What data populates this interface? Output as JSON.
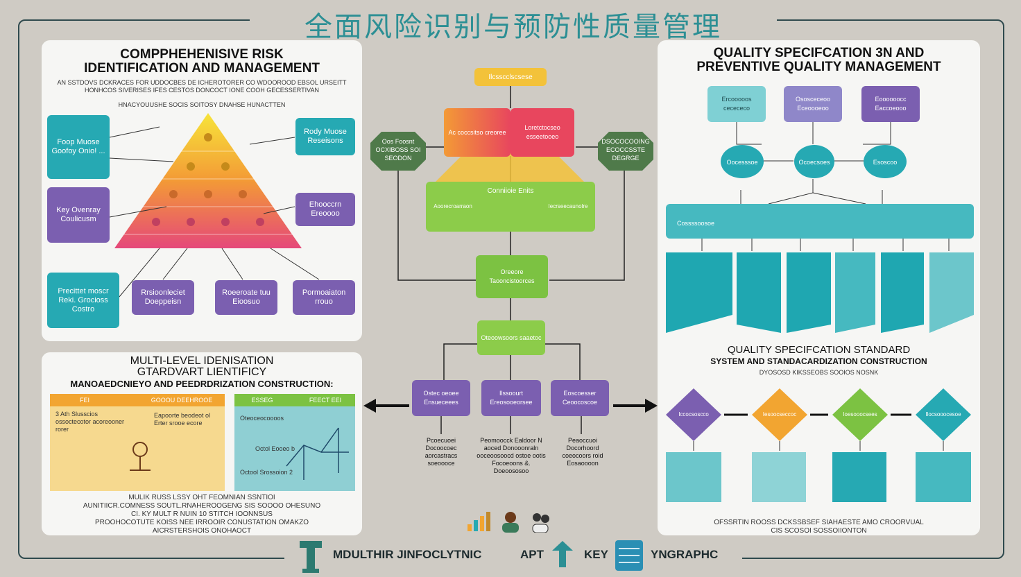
{
  "title": "全面风险识别与预防性质量管理",
  "left_panel": {
    "title_line1": "COMPPHEHENISIVE RISK",
    "title_line2": "IDENTIFICATION AND MANAGEMENT",
    "subtitle_line1": "AN SSTDOVS DCKRACES FOR UDDOCBES DE ICHEROTORER CO WDOOROOD EBSOL URSEITT",
    "subtitle_line2": "HONHCOS SIVERISES IFES CESTOS DONCOCT IONE COOH GECESSERTIVAN",
    "pyramid_label": "HNACYOUUSHE SOCIS SOITOSY DNAHSE HUNACTTEN",
    "box_tl": "Foop Muose Goofoy Onio! ...",
    "box_tr": "Rody Muose Reseisons",
    "box_ml": "Key Ovenray Coulicusm",
    "box_mr": "Ehooccrn Ereoooo",
    "box_bl": "Precittet moscr Reki. Grocioss Costro",
    "box_b1": "Rrsioonleciet Doeppeisn",
    "box_b2": "Roeeroate tuu Eioosuo",
    "box_b3": "Pormoaiaton rrouo"
  },
  "bottom_left_panel": {
    "title_line1": "MULTI-LEVEL IDENISATION",
    "title_line2": "GTARDVART LIENTIFICY",
    "title_line3": "MANOAEDCNIEYO AND PEEDRDRIZATION CONSTRUCTION:",
    "col1_header_a": "FEI",
    "col1_header_b": "GOOOU DEEHROOE",
    "col2_header_a": "ESSEG",
    "col2_header_b": "FEECT EEI",
    "orange_text_a": "3 Ath Slusscios ossoctecotor acoreooner rorer",
    "orange_text_b": "Eapoorte beodeot ol Erter srooe ecore",
    "teal_text_a": "Oteoceocoooos",
    "teal_text_b": "Octol Eooeo b",
    "teal_text_c": "Octool Srossoion 2",
    "footer_line1": "MULIK RUSS LSSY OHT FEOMNIAN SSNTIOI",
    "footer_line2": "AUNITIICR.COMNESS SOUTL.RNAHEROOGENG SIS SOOOO OHESUNO",
    "footer_line3": "CI. KY MULT R NUIN 10 STITCH IOONNSUS",
    "footer_line4": "PROOHOCOTUTE KOISS NEE IRROOIR CONUSTATION OMAKZO",
    "footer_line5": "AICRSTERSHOIS ONOHAOCT"
  },
  "center": {
    "top_box": "Ilcsscclscsese",
    "red_left": "Ac coccsitso creoree",
    "red_right": "Loretctocseo esseetooeo",
    "side_left": "Oos Foosnt OCXIBOSS SOI SEODON",
    "side_right": "DSOCOCOOING ECOCCSSTE DEGRGE",
    "green_main": "Conniioie Enits",
    "green_left": "Aoorecroarraon",
    "green_right": "Iecrseecaunolre",
    "green_mid": "Oreeore Taooncistoorces",
    "green_small": "Oteoowsoors saaetoc",
    "purple_1": "Ostec oeoee Ensueceees",
    "purple_2": "Ilssoourt Ereosooeorsee",
    "purple_3": "Eoscoesser Ceoocoscoe",
    "note_1": "Pcoecuoei Docoocoec aorcastracs soeoooce",
    "note_2": "Peomoocck Ealdoor N aoced Donooonraln ooceoosoocd ostoe ootis Focoeoons &. Doeoososoo",
    "note_3": "Peaoccuoi Docorhoord coeocoors roid Eosaoooon"
  },
  "right_panel": {
    "title_line1": "QUALITY SPECIFCATION 3N AND",
    "title_line2": "PREVENTIVE QUALITY MANAGEMENT",
    "card_1": "Ercooooos cecececo",
    "card_2": "Ososceceoo Eceoooeoo",
    "card_3": "Eoooooocc Eaccoeooo",
    "oval_1": "Oocesssoe",
    "oval_2": "Ocoecsoes",
    "oval_3": "Esoscoo",
    "bar_label": "Cossssoosoe",
    "std_title": "QUALITY SPECIFCATION STANDARD",
    "std_subtitle": "SYSTEM AND STANDACARDIZATION CONSTRUCTION",
    "std_note": "DYOSOSD KIKSSEOBS SOOIOS NOSNK",
    "diamond_1": "Iccocsoscco",
    "diamond_2": "Iesoocseccoc",
    "diamond_3": "Ioesooocsees",
    "diamond_4": "Ilocsooocesoe",
    "footer_line1": "OFSSRTIN ROOSS DCKSSBSEF SIAHAESTE AMO CROORVUAL",
    "footer_line2": "CIS SCOSOI SOSSOIIONTON"
  },
  "footer": {
    "text_a": "MDULTHIR JINFOCLYTNIC",
    "text_b": "APT",
    "text_c": "KEY",
    "text_d": "YNGRAPHC"
  },
  "colors": {
    "teal": "#26a9b3",
    "purple": "#7b5fb0",
    "green": "#7cc242",
    "orange": "#f2a531",
    "red": "#e8465e",
    "dark_green": "#4f7a4a"
  }
}
